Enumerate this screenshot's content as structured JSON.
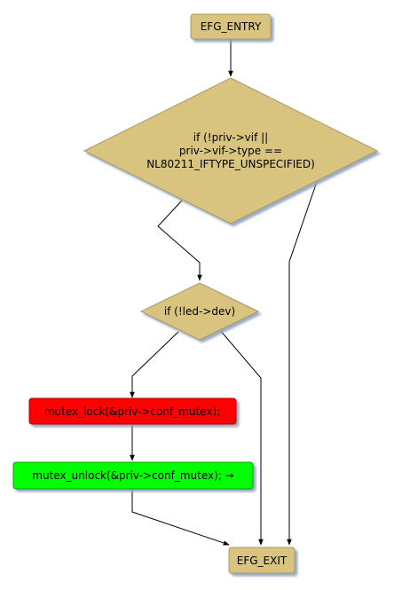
{
  "nodes": {
    "entry": {
      "label": "EFG_ENTRY",
      "kind": "terminal",
      "color": "#d8c47e"
    },
    "cond1": {
      "lines": [
        "if (!priv->vif ||",
        "priv->vif->type ==",
        "NL80211_IFTYPE_UNSPECIFIED)"
      ],
      "kind": "decision",
      "color": "#d8c47e"
    },
    "cond2": {
      "label": "if (!led->dev)",
      "kind": "decision",
      "color": "#d8c47e"
    },
    "lock": {
      "label": "mutex_lock(&priv->conf_mutex);",
      "kind": "statement",
      "color": "#ff0000"
    },
    "unlock": {
      "label": "mutex_unlock(&priv->conf_mutex); →",
      "kind": "statement",
      "color": "#00ff00"
    },
    "exit": {
      "label": "EFG_EXIT",
      "kind": "terminal",
      "color": "#d8c47e"
    }
  },
  "edges": [
    {
      "from": "entry",
      "to": "cond1"
    },
    {
      "from": "cond1",
      "to": "cond2"
    },
    {
      "from": "cond1",
      "to": "exit"
    },
    {
      "from": "cond2",
      "to": "lock"
    },
    {
      "from": "cond2",
      "to": "exit"
    },
    {
      "from": "lock",
      "to": "unlock"
    },
    {
      "from": "unlock",
      "to": "exit"
    }
  ],
  "colors": {
    "edge": "#000000",
    "shadow": "#8fa3bf",
    "border": "#a89968"
  }
}
